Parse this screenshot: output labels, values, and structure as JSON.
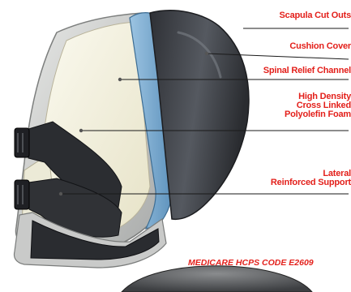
{
  "colors": {
    "label_red": "#e3201b",
    "cover_dark": "#3a3d42",
    "foam_cream": "#f2efdc",
    "channel_blue": "#7fb1d6",
    "strap_dark": "#2b2d31",
    "frame_gray": "#cfd0cf"
  },
  "callouts": [
    {
      "id": "scapula",
      "lines": [
        "Scapula Cut Outs"
      ]
    },
    {
      "id": "cover",
      "lines": [
        "Cushion Cover"
      ]
    },
    {
      "id": "channel",
      "lines": [
        "Spinal Relief Channel"
      ]
    },
    {
      "id": "foam",
      "lines": [
        "High Density",
        "Cross Linked",
        "Polyolefin Foam"
      ]
    },
    {
      "id": "support",
      "lines": [
        "Lateral",
        "Reinforced Support"
      ]
    }
  ],
  "code_text": "MEDICARE HCPS CODE E2609"
}
